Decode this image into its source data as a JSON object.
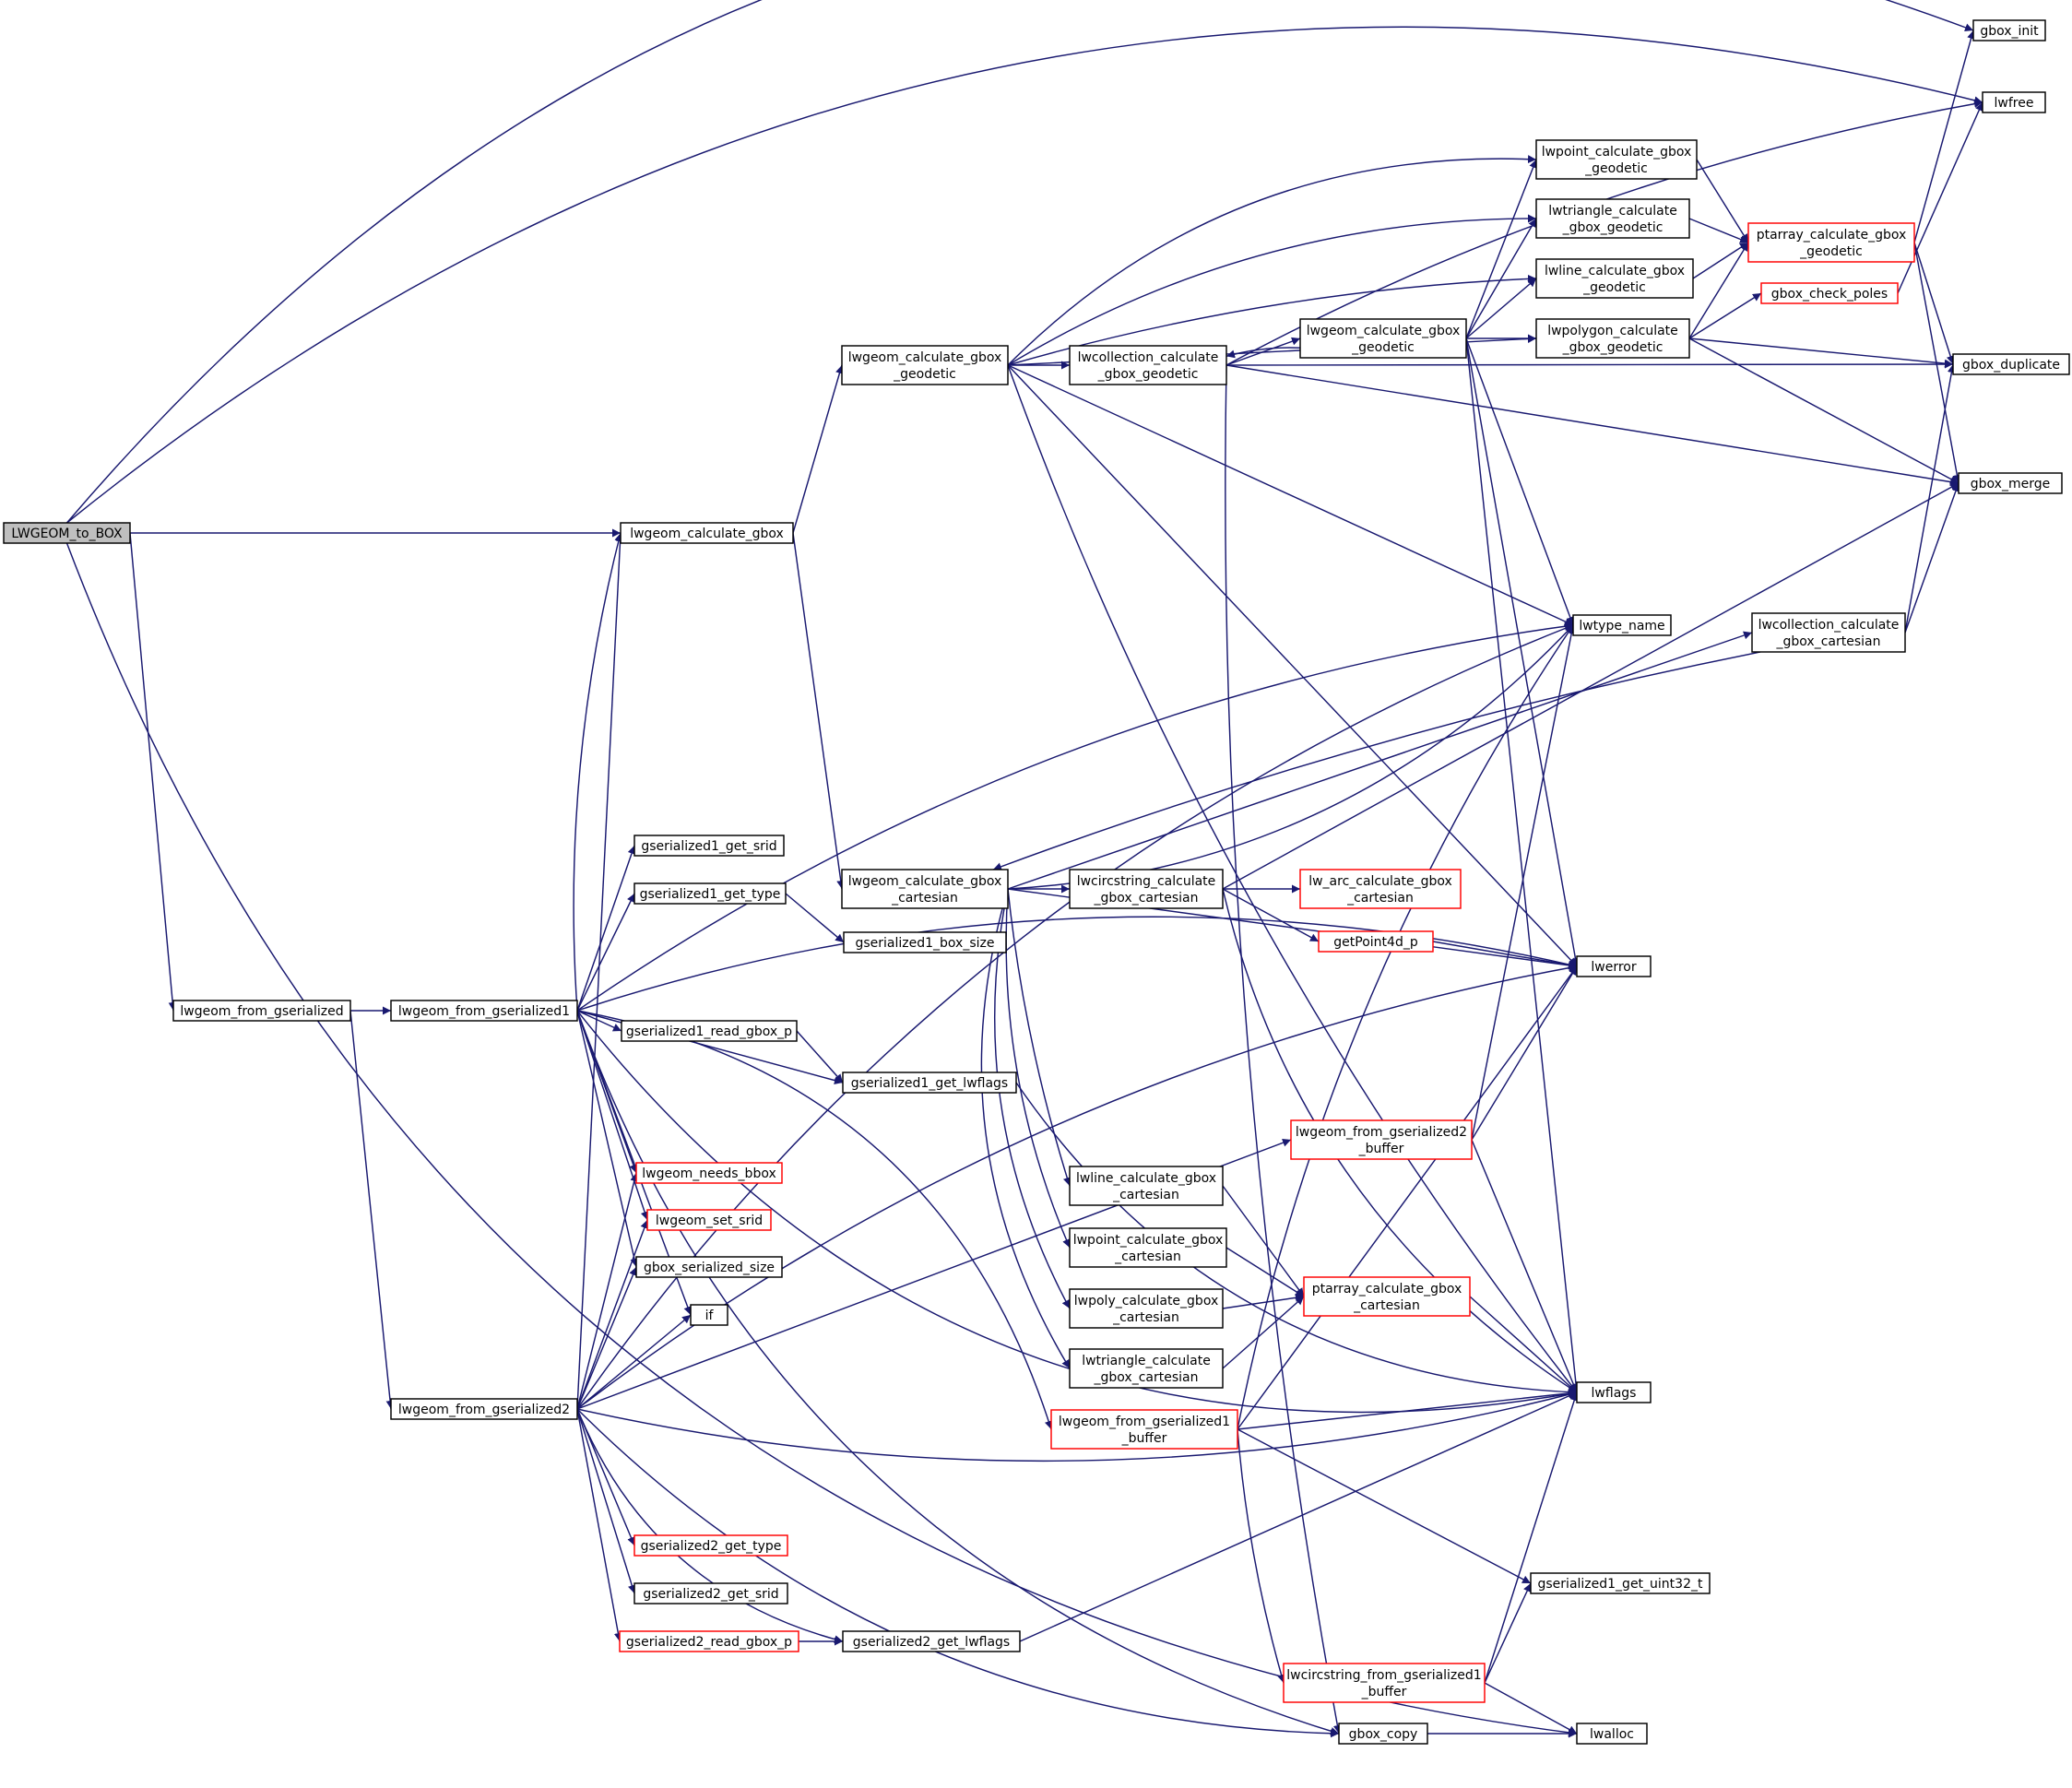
{
  "colors": {
    "edge": "#191970",
    "root_fill": "#bfbfbf",
    "truncated_border": "#ff0000",
    "border": "#000000"
  },
  "nodes": {
    "LWGEOM_to_BOX": {
      "lines": [
        "LWGEOM_to_BOX"
      ],
      "root": true
    },
    "gbox_init": {
      "lines": [
        "gbox_init"
      ]
    },
    "lwfree": {
      "lines": [
        "lwfree"
      ]
    },
    "lwgeom_calculate_gbox": {
      "lines": [
        "lwgeom_calculate_gbox"
      ]
    },
    "lwgeom_from_gserialized": {
      "lines": [
        "lwgeom_from_gserialized"
      ]
    },
    "lwalloc": {
      "lines": [
        "lwalloc"
      ]
    },
    "lwgeom_calculate_gbox_geodetic": {
      "lines": [
        "lwgeom_calculate_gbox",
        "_geodetic"
      ]
    },
    "lwgeom_calculate_gbox_cartesian": {
      "lines": [
        "lwgeom_calculate_gbox",
        "_cartesian"
      ]
    },
    "lwgeom_from_gserialized1": {
      "lines": [
        "lwgeom_from_gserialized1"
      ]
    },
    "lwgeom_from_gserialized2": {
      "lines": [
        "lwgeom_from_gserialized2"
      ]
    },
    "lwcollection_calculate_gbox_geodetic": {
      "lines": [
        "lwcollection_calculate",
        "_gbox_geodetic"
      ]
    },
    "lwpoint_calculate_gbox_geodetic": {
      "lines": [
        "lwpoint_calculate_gbox",
        "_geodetic"
      ]
    },
    "lwtriangle_calculate_gbox_geodetic": {
      "lines": [
        "lwtriangle_calculate",
        "_gbox_geodetic"
      ]
    },
    "lwline_calculate_gbox_geodetic": {
      "lines": [
        "lwline_calculate_gbox",
        "_geodetic"
      ]
    },
    "lwgeom_calculate_gbox_geodetic2": {
      "lines": [
        "lwgeom_calculate_gbox",
        "_geodetic"
      ]
    },
    "lwpolygon_calculate_gbox_geodetic": {
      "lines": [
        "lwpolygon_calculate",
        "_gbox_geodetic"
      ]
    },
    "ptarray_calculate_gbox_geodetic": {
      "lines": [
        "ptarray_calculate_gbox",
        "_geodetic"
      ],
      "truncated": true
    },
    "gbox_check_poles": {
      "lines": [
        "gbox_check_poles"
      ],
      "truncated": true
    },
    "gbox_duplicate": {
      "lines": [
        "gbox_duplicate"
      ]
    },
    "gbox_merge": {
      "lines": [
        "gbox_merge"
      ]
    },
    "lwtype_name": {
      "lines": [
        "lwtype_name"
      ]
    },
    "lwcollection_calculate_gbox_cartesian": {
      "lines": [
        "lwcollection_calculate",
        "_gbox_cartesian"
      ]
    },
    "lwcircstring_calculate_gbox_cartesian": {
      "lines": [
        "lwcircstring_calculate",
        "_gbox_cartesian"
      ]
    },
    "lw_arc_calculate_gbox_cartesian": {
      "lines": [
        "lw_arc_calculate_gbox",
        "_cartesian"
      ],
      "truncated": true
    },
    "getPoint4d_p": {
      "lines": [
        "getPoint4d_p"
      ],
      "truncated": true
    },
    "lwerror": {
      "lines": [
        "lwerror"
      ]
    },
    "gserialized1_get_srid": {
      "lines": [
        "gserialized1_get_srid"
      ]
    },
    "gserialized1_get_type": {
      "lines": [
        "gserialized1_get_type"
      ]
    },
    "gserialized1_box_size": {
      "lines": [
        "gserialized1_box_size"
      ]
    },
    "gserialized1_read_gbox_p": {
      "lines": [
        "gserialized1_read_gbox_p"
      ]
    },
    "gserialized1_get_lwflags": {
      "lines": [
        "gserialized1_get_lwflags"
      ]
    },
    "lwgeom_from_gserialized2_buffer": {
      "lines": [
        "lwgeom_from_gserialized2",
        "_buffer"
      ],
      "truncated": true
    },
    "lwgeom_needs_bbox": {
      "lines": [
        "lwgeom_needs_bbox"
      ],
      "truncated": true
    },
    "lwgeom_set_srid": {
      "lines": [
        "lwgeom_set_srid"
      ],
      "truncated": true
    },
    "gbox_serialized_size": {
      "lines": [
        "gbox_serialized_size"
      ]
    },
    "if": {
      "lines": [
        "if"
      ]
    },
    "lwline_calculate_gbox_cartesian": {
      "lines": [
        "lwline_calculate_gbox",
        "_cartesian"
      ]
    },
    "lwpoint_calculate_gbox_cartesian": {
      "lines": [
        "lwpoint_calculate_gbox",
        "_cartesian"
      ]
    },
    "lwpoly_calculate_gbox_cartesian": {
      "lines": [
        "lwpoly_calculate_gbox",
        "_cartesian"
      ]
    },
    "lwtriangle_calculate_gbox_cartesian": {
      "lines": [
        "lwtriangle_calculate",
        "_gbox_cartesian"
      ]
    },
    "ptarray_calculate_gbox_cartesian": {
      "lines": [
        "ptarray_calculate_gbox",
        "_cartesian"
      ],
      "truncated": true
    },
    "lwgeom_from_gserialized1_buffer": {
      "lines": [
        "lwgeom_from_gserialized1",
        "_buffer"
      ],
      "truncated": true
    },
    "lwflags": {
      "lines": [
        "lwflags"
      ]
    },
    "gserialized2_get_type": {
      "lines": [
        "gserialized2_get_type"
      ],
      "truncated": true
    },
    "gserialized2_get_srid": {
      "lines": [
        "gserialized2_get_srid"
      ]
    },
    "gserialized2_read_gbox_p": {
      "lines": [
        "gserialized2_read_gbox_p"
      ],
      "truncated": true
    },
    "gserialized2_get_lwflags": {
      "lines": [
        "gserialized2_get_lwflags"
      ]
    },
    "gserialized1_get_uint32_t": {
      "lines": [
        "gserialized1_get_uint32_t"
      ]
    },
    "lwcircstring_from_gserialized1_buffer": {
      "lines": [
        "lwcircstring_from_gserialized1",
        "_buffer"
      ],
      "truncated": true
    },
    "gbox_copy": {
      "lines": [
        "gbox_copy"
      ]
    }
  },
  "edges": [
    [
      "LWGEOM_to_BOX",
      "gbox_init"
    ],
    [
      "LWGEOM_to_BOX",
      "lwfree"
    ],
    [
      "LWGEOM_to_BOX",
      "lwgeom_calculate_gbox"
    ],
    [
      "LWGEOM_to_BOX",
      "lwgeom_from_gserialized"
    ],
    [
      "LWGEOM_to_BOX",
      "lwalloc"
    ],
    [
      "lwgeom_calculate_gbox",
      "lwgeom_calculate_gbox_geodetic"
    ],
    [
      "lwgeom_calculate_gbox",
      "lwgeom_calculate_gbox_cartesian"
    ],
    [
      "lwgeom_from_gserialized",
      "lwgeom_from_gserialized1"
    ],
    [
      "lwgeom_from_gserialized",
      "lwgeom_from_gserialized2"
    ],
    [
      "lwgeom_calculate_gbox_geodetic",
      "lwpoint_calculate_gbox_geodetic"
    ],
    [
      "lwgeom_calculate_gbox_geodetic",
      "lwtriangle_calculate_gbox_geodetic"
    ],
    [
      "lwgeom_calculate_gbox_geodetic",
      "lwline_calculate_gbox_geodetic"
    ],
    [
      "lwgeom_calculate_gbox_geodetic",
      "lwpolygon_calculate_gbox_geodetic"
    ],
    [
      "lwgeom_calculate_gbox_geodetic",
      "lwcollection_calculate_gbox_geodetic"
    ],
    [
      "lwgeom_calculate_gbox_geodetic",
      "lwtype_name"
    ],
    [
      "lwgeom_calculate_gbox_geodetic",
      "lwerror"
    ],
    [
      "lwgeom_calculate_gbox_geodetic",
      "lwflags"
    ],
    [
      "lwcollection_calculate_gbox_geodetic",
      "lwfree"
    ],
    [
      "lwcollection_calculate_gbox_geodetic",
      "lwgeom_calculate_gbox_geodetic2"
    ],
    [
      "lwcollection_calculate_gbox_geodetic",
      "gbox_duplicate"
    ],
    [
      "lwcollection_calculate_gbox_geodetic",
      "gbox_merge"
    ],
    [
      "lwcollection_calculate_gbox_geodetic",
      "gbox_copy"
    ],
    [
      "lwgeom_calculate_gbox_geodetic2",
      "lwcollection_calculate_gbox_geodetic"
    ],
    [
      "lwgeom_calculate_gbox_geodetic2",
      "lwpoint_calculate_gbox_geodetic"
    ],
    [
      "lwgeom_calculate_gbox_geodetic2",
      "lwtriangle_calculate_gbox_geodetic"
    ],
    [
      "lwgeom_calculate_gbox_geodetic2",
      "lwline_calculate_gbox_geodetic"
    ],
    [
      "lwgeom_calculate_gbox_geodetic2",
      "lwpolygon_calculate_gbox_geodetic"
    ],
    [
      "lwgeom_calculate_gbox_geodetic2",
      "lwtype_name"
    ],
    [
      "lwgeom_calculate_gbox_geodetic2",
      "lwerror"
    ],
    [
      "lwgeom_calculate_gbox_geodetic2",
      "lwflags"
    ],
    [
      "lwpoint_calculate_gbox_geodetic",
      "ptarray_calculate_gbox_geodetic"
    ],
    [
      "lwtriangle_calculate_gbox_geodetic",
      "ptarray_calculate_gbox_geodetic"
    ],
    [
      "lwline_calculate_gbox_geodetic",
      "ptarray_calculate_gbox_geodetic"
    ],
    [
      "lwpolygon_calculate_gbox_geodetic",
      "ptarray_calculate_gbox_geodetic"
    ],
    [
      "lwpolygon_calculate_gbox_geodetic",
      "gbox_check_poles"
    ],
    [
      "lwpolygon_calculate_gbox_geodetic",
      "gbox_duplicate"
    ],
    [
      "lwpolygon_calculate_gbox_geodetic",
      "gbox_merge"
    ],
    [
      "ptarray_calculate_gbox_geodetic",
      "gbox_init"
    ],
    [
      "ptarray_calculate_gbox_geodetic",
      "gbox_duplicate"
    ],
    [
      "ptarray_calculate_gbox_geodetic",
      "gbox_merge"
    ],
    [
      "gbox_check_poles",
      "lwfree"
    ],
    [
      "lwgeom_calculate_gbox_cartesian",
      "lwtype_name"
    ],
    [
      "lwgeom_calculate_gbox_cartesian",
      "lwcollection_calculate_gbox_cartesian"
    ],
    [
      "lwgeom_calculate_gbox_cartesian",
      "lwcircstring_calculate_gbox_cartesian"
    ],
    [
      "lwgeom_calculate_gbox_cartesian",
      "lwerror"
    ],
    [
      "lwgeom_calculate_gbox_cartesian",
      "lwline_calculate_gbox_cartesian"
    ],
    [
      "lwgeom_calculate_gbox_cartesian",
      "lwpoint_calculate_gbox_cartesian"
    ],
    [
      "lwgeom_calculate_gbox_cartesian",
      "lwpoly_calculate_gbox_cartesian"
    ],
    [
      "lwgeom_calculate_gbox_cartesian",
      "lwtriangle_calculate_gbox_cartesian"
    ],
    [
      "lwcollection_calculate_gbox_cartesian",
      "lwgeom_calculate_gbox_cartesian"
    ],
    [
      "lwcollection_calculate_gbox_cartesian",
      "gbox_duplicate"
    ],
    [
      "lwcollection_calculate_gbox_cartesian",
      "gbox_merge"
    ],
    [
      "lwcircstring_calculate_gbox_cartesian",
      "lw_arc_calculate_gbox_cartesian"
    ],
    [
      "lwcircstring_calculate_gbox_cartesian",
      "getPoint4d_p"
    ],
    [
      "lwcircstring_calculate_gbox_cartesian",
      "gbox_merge"
    ],
    [
      "lwcircstring_calculate_gbox_cartesian",
      "lwflags"
    ],
    [
      "getPoint4d_p",
      "lwerror"
    ],
    [
      "lwline_calculate_gbox_cartesian",
      "ptarray_calculate_gbox_cartesian"
    ],
    [
      "lwpoint_calculate_gbox_cartesian",
      "ptarray_calculate_gbox_cartesian"
    ],
    [
      "lwpoly_calculate_gbox_cartesian",
      "ptarray_calculate_gbox_cartesian"
    ],
    [
      "lwtriangle_calculate_gbox_cartesian",
      "ptarray_calculate_gbox_cartesian"
    ],
    [
      "ptarray_calculate_gbox_cartesian",
      "lwflags"
    ],
    [
      "lwgeom_from_gserialized1",
      "lwgeom_calculate_gbox"
    ],
    [
      "lwgeom_from_gserialized1",
      "lwtype_name"
    ],
    [
      "lwgeom_from_gserialized1",
      "lwerror"
    ],
    [
      "lwgeom_from_gserialized1",
      "gserialized1_get_srid"
    ],
    [
      "lwgeom_from_gserialized1",
      "gserialized1_get_type"
    ],
    [
      "lwgeom_from_gserialized1",
      "gserialized1_read_gbox_p"
    ],
    [
      "lwgeom_from_gserialized1",
      "gserialized1_get_lwflags"
    ],
    [
      "lwgeom_from_gserialized1",
      "lwgeom_from_gserialized1_buffer"
    ],
    [
      "lwgeom_from_gserialized1",
      "lwgeom_needs_bbox"
    ],
    [
      "lwgeom_from_gserialized1",
      "lwgeom_set_srid"
    ],
    [
      "lwgeom_from_gserialized1",
      "gbox_serialized_size"
    ],
    [
      "lwgeom_from_gserialized1",
      "if"
    ],
    [
      "lwgeom_from_gserialized1",
      "gbox_copy"
    ],
    [
      "lwgeom_from_gserialized1",
      "lwflags"
    ],
    [
      "gserialized1_get_type",
      "gserialized1_box_size"
    ],
    [
      "gserialized1_read_gbox_p",
      "gserialized1_get_lwflags"
    ],
    [
      "gserialized1_get_lwflags",
      "lwflags"
    ],
    [
      "lwgeom_from_gserialized2",
      "lwgeom_calculate_gbox"
    ],
    [
      "lwgeom_from_gserialized2",
      "lwtype_name"
    ],
    [
      "lwgeom_from_gserialized2",
      "lwerror"
    ],
    [
      "lwgeom_from_gserialized2",
      "lwgeom_from_gserialized2_buffer"
    ],
    [
      "lwgeom_from_gserialized2",
      "lwgeom_needs_bbox"
    ],
    [
      "lwgeom_from_gserialized2",
      "lwgeom_set_srid"
    ],
    [
      "lwgeom_from_gserialized2",
      "gbox_serialized_size"
    ],
    [
      "lwgeom_from_gserialized2",
      "if"
    ],
    [
      "lwgeom_from_gserialized2",
      "lwflags"
    ],
    [
      "lwgeom_from_gserialized2",
      "gserialized2_get_type"
    ],
    [
      "lwgeom_from_gserialized2",
      "gserialized2_get_srid"
    ],
    [
      "lwgeom_from_gserialized2",
      "gserialized2_read_gbox_p"
    ],
    [
      "lwgeom_from_gserialized2",
      "gserialized2_get_lwflags"
    ],
    [
      "lwgeom_from_gserialized2",
      "gbox_copy"
    ],
    [
      "gserialized2_read_gbox_p",
      "gserialized2_get_lwflags"
    ],
    [
      "gserialized2_get_lwflags",
      "lwflags"
    ],
    [
      "lwgeom_from_gserialized2_buffer",
      "lwtype_name"
    ],
    [
      "lwgeom_from_gserialized2_buffer",
      "lwerror"
    ],
    [
      "lwgeom_from_gserialized2_buffer",
      "lwflags"
    ],
    [
      "lwgeom_from_gserialized1_buffer",
      "lwtype_name"
    ],
    [
      "lwgeom_from_gserialized1_buffer",
      "lwerror"
    ],
    [
      "lwgeom_from_gserialized1_buffer",
      "lwflags"
    ],
    [
      "lwgeom_from_gserialized1_buffer",
      "gserialized1_get_uint32_t"
    ],
    [
      "lwgeom_from_gserialized1_buffer",
      "lwcircstring_from_gserialized1_buffer"
    ],
    [
      "lwcircstring_from_gserialized1_buffer",
      "gserialized1_get_uint32_t"
    ],
    [
      "lwcircstring_from_gserialized1_buffer",
      "lwflags"
    ],
    [
      "lwcircstring_from_gserialized1_buffer",
      "lwalloc"
    ],
    [
      "gbox_copy",
      "lwalloc"
    ]
  ]
}
